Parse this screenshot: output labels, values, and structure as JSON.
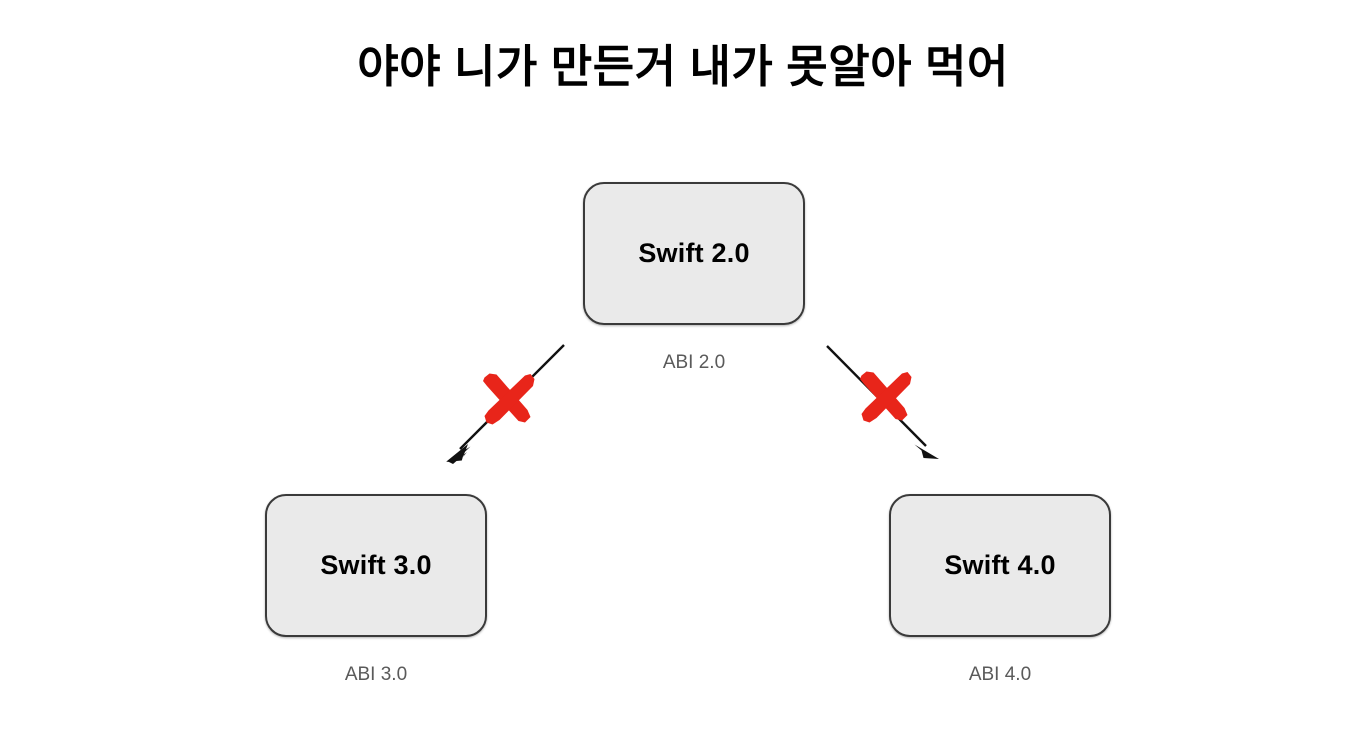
{
  "slide": {
    "title": "야야 니가 만든거 내가 못알아 먹어",
    "background_color": "#ffffff"
  },
  "diagram": {
    "type": "tree",
    "accent_color": "#e8251a",
    "node_fill": "#eaeaea",
    "node_border": "#3a3a3a",
    "caption_color": "#5a5a5a",
    "nodes": [
      {
        "id": "swift-2-0",
        "label": "Swift 2.0",
        "caption": "ABI 2.0",
        "level": "root"
      },
      {
        "id": "swift-3-0",
        "label": "Swift 3.0",
        "caption": "ABI 3.0",
        "level": "child"
      },
      {
        "id": "swift-4-0",
        "label": "Swift 4.0",
        "caption": "ABI 4.0",
        "level": "child"
      }
    ],
    "edges": [
      {
        "id": "edge-left",
        "from": "swift-2-0",
        "to": "swift-3-0",
        "marker": "red-x",
        "blocked": true
      },
      {
        "id": "edge-right",
        "from": "swift-2-0",
        "to": "swift-4-0",
        "marker": "red-x",
        "blocked": true
      }
    ]
  }
}
